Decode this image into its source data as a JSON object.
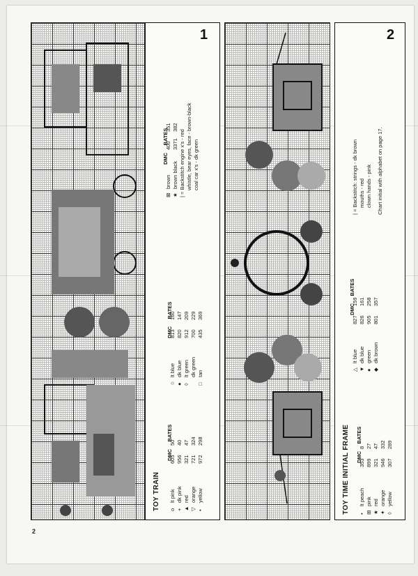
{
  "page_number": "2",
  "chart1": {
    "number": "1",
    "title": "TOY TRAIN",
    "headers": {
      "dmc": "DMC",
      "bates": "BATES"
    },
    "colors": [
      {
        "symbol": "o",
        "name": "lt pink",
        "dmc": "605",
        "bates": "50"
      },
      {
        "symbol": "+",
        "name": "dk pink",
        "dmc": "956",
        "bates": "40"
      },
      {
        "symbol": "▲",
        "name": "red",
        "dmc": "321",
        "bates": "47"
      },
      {
        "symbol": "▽",
        "name": "orange",
        "dmc": "721",
        "bates": "324"
      },
      {
        "symbol": "•",
        "name": "yellow",
        "dmc": "972",
        "bates": "298"
      }
    ],
    "colors2": [
      {
        "symbol": "☆",
        "name": "lt blue",
        "dmc": "813",
        "bates": "160"
      },
      {
        "symbol": "●",
        "name": "dk blue",
        "dmc": "820",
        "bates": "147"
      },
      {
        "symbol": "◊",
        "name": "lt green",
        "dmc": "912",
        "bates": "209"
      },
      {
        "symbol": "",
        "name": "dk green",
        "dmc": "700",
        "bates": "229"
      },
      {
        "symbol": "□",
        "name": "tan",
        "dmc": "435",
        "bates": "369"
      }
    ],
    "colors3": [
      {
        "symbol": "⊠",
        "name": "brown",
        "dmc": "400",
        "bates": "351"
      },
      {
        "symbol": "★",
        "name": "brown black",
        "dmc": "3371",
        "bates": "382"
      }
    ],
    "backstitch_mark": "|",
    "backstitch": [
      "= Backstitch engine x's - red",
      "whistle, bear eyes, face - brown-black",
      "coal car x's - dk green"
    ]
  },
  "chart2": {
    "number": "2",
    "title": "TOY TIME INITIAL FRAME",
    "headers": {
      "dmc": "DMC",
      "bates": "BATES"
    },
    "colors": [
      {
        "symbol": "•",
        "name": "lt peach",
        "dmc": "353",
        "bates": "8"
      },
      {
        "symbol": "⊞",
        "name": "pink",
        "dmc": "899",
        "bates": "27"
      },
      {
        "symbol": "★",
        "name": "red",
        "dmc": "321",
        "bates": "47"
      },
      {
        "symbol": "✦",
        "name": "orange",
        "dmc": "946",
        "bates": "332"
      },
      {
        "symbol": "◊",
        "name": "yellow",
        "dmc": "307",
        "bates": "289"
      }
    ],
    "colors2": [
      {
        "symbol": "△",
        "name": "lt blue",
        "dmc": "827",
        "bates": "159"
      },
      {
        "symbol": "▼",
        "name": "dk blue",
        "dmc": "826",
        "bates": "161"
      },
      {
        "symbol": "●",
        "name": "green",
        "dmc": "905",
        "bates": "258"
      },
      {
        "symbol": "◆",
        "name": "dk brown",
        "dmc": "801",
        "bates": "357"
      }
    ],
    "backstitch_mark": "|",
    "backstitch": [
      "= Backstitch: strings - dk brown",
      "mouths - red",
      "clown hands - pink"
    ],
    "note": "Chart initial with alphabet on page 17."
  }
}
